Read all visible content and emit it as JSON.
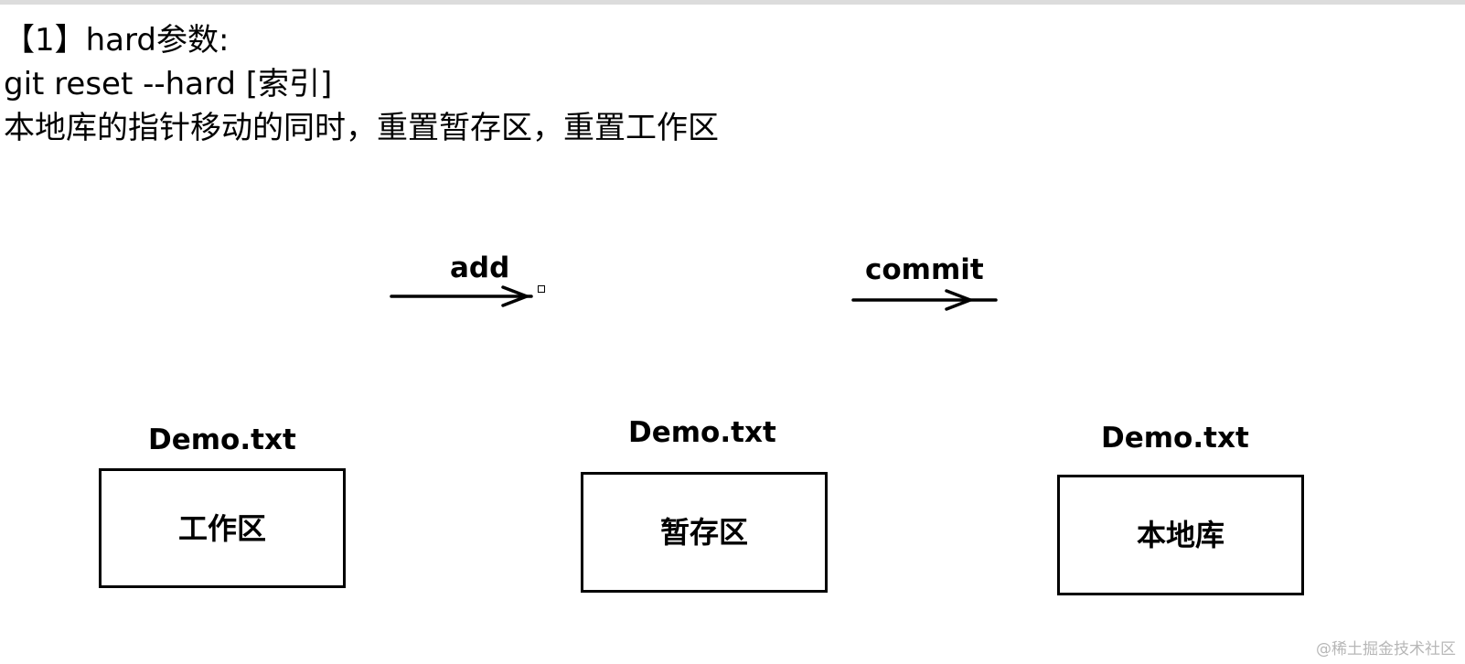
{
  "heading": {
    "line1": "【1】hard参数:",
    "line2": "git reset --hard [索引]",
    "line3": "本地库的指针移动的同时，重置暂存区，重置工作区"
  },
  "arrows": {
    "add_label": "add",
    "commit_label": "commit"
  },
  "areas": [
    {
      "file": "Demo.txt",
      "name": "工作区"
    },
    {
      "file": "Demo.txt",
      "name": "暂存区"
    },
    {
      "file": "Demo.txt",
      "name": "本地库"
    }
  ],
  "watermark": "@稀土掘金技术社区"
}
